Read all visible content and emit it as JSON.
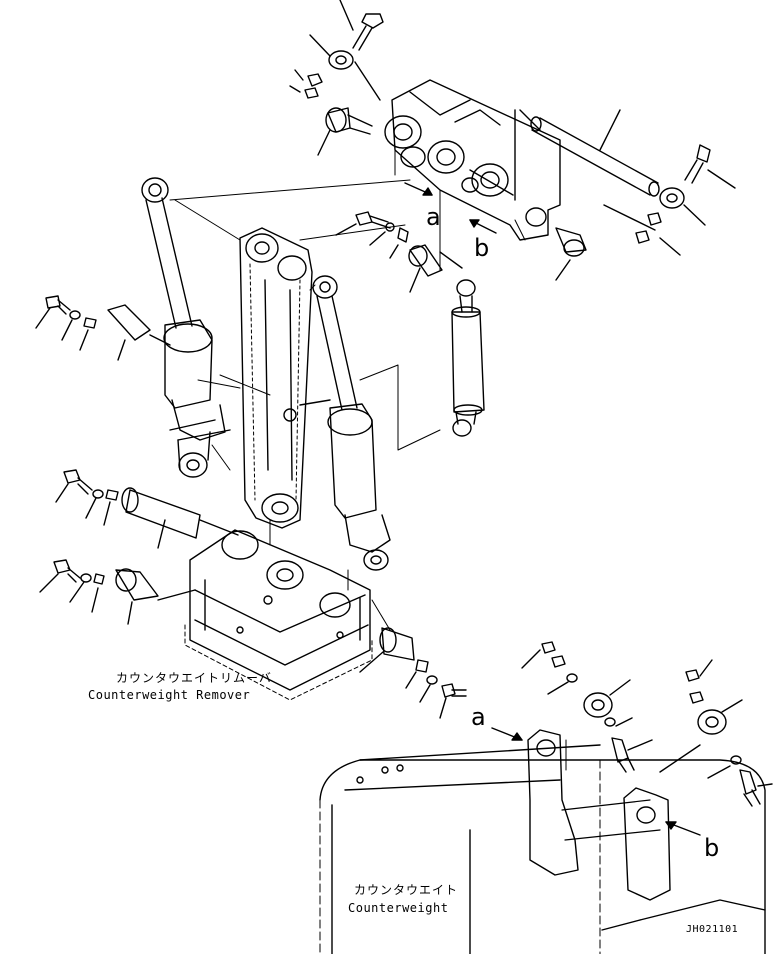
{
  "callouts": {
    "a_upper": "a",
    "b_upper": "b",
    "a_lower": "a",
    "b_lower": "b"
  },
  "remover_label": {
    "jp": "カウンタウエイトリムーバ",
    "en": "Counterweight Remover"
  },
  "counterweight_label": {
    "jp": "カウンタウエイト",
    "en": "Counterweight"
  },
  "drawing_code": "JH021101"
}
